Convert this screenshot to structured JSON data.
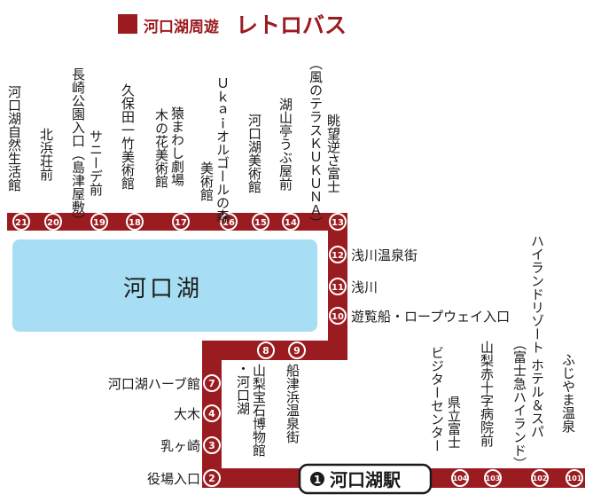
{
  "header": {
    "prefix": "河口湖周遊",
    "name": "レトロバス",
    "accent_color": "#9b1c20"
  },
  "lake": {
    "label": "河口湖",
    "color": "#a8def3"
  },
  "route_color": "#9b1c20",
  "terminal": {
    "number": "1",
    "label": "河口湖駅"
  },
  "stations": [
    {
      "id": "s21",
      "num": "21",
      "name": [
        "河口湖自然生活館"
      ]
    },
    {
      "id": "s20",
      "num": "20",
      "name": [
        "北浜荘前"
      ]
    },
    {
      "id": "s19",
      "num": "19",
      "name": [
        "長崎公園入口（島津屋敷）",
        "サニーデ前"
      ]
    },
    {
      "id": "s18",
      "num": "18",
      "name": [
        "久保田一竹美術館"
      ]
    },
    {
      "id": "s17",
      "num": "17",
      "name": [
        "猿まわし劇場",
        "木の花美術館"
      ]
    },
    {
      "id": "s16",
      "num": "16",
      "name": [
        "Ｕｋａｉオルゴールの森",
        "美術館"
      ]
    },
    {
      "id": "s15",
      "num": "15",
      "name": [
        "河口湖美術館"
      ]
    },
    {
      "id": "s14",
      "num": "14",
      "name": [
        "湖山亭うぶ屋前"
      ]
    },
    {
      "id": "s13",
      "num": "13",
      "name": [
        "（風のテラスＫＵＫＵＮＡ）",
        "眺望逆さ富士"
      ]
    },
    {
      "id": "s12",
      "num": "12",
      "name": [
        "浅川温泉街"
      ]
    },
    {
      "id": "s11",
      "num": "11",
      "name": [
        "浅川"
      ]
    },
    {
      "id": "s10",
      "num": "10",
      "name": [
        "遊覧船・ロープウェイ入口"
      ]
    },
    {
      "id": "s9",
      "num": "9",
      "name": [
        "船津浜温泉街"
      ]
    },
    {
      "id": "s8",
      "num": "8",
      "name": [
        "山梨宝石博物館",
        "・河口湖"
      ]
    },
    {
      "id": "s7",
      "num": "7",
      "name": [
        "河口湖ハーブ館"
      ]
    },
    {
      "id": "s4",
      "num": "4",
      "name": [
        "大木"
      ]
    },
    {
      "id": "s3",
      "num": "3",
      "name": [
        "乳ヶ崎"
      ]
    },
    {
      "id": "s2",
      "num": "2",
      "name": [
        "役場入口"
      ]
    },
    {
      "id": "s104",
      "num": "104",
      "name": [
        "ビジターセンター",
        "県立富士"
      ]
    },
    {
      "id": "s103",
      "num": "103",
      "name": [
        "山梨赤十字病院前"
      ]
    },
    {
      "id": "s102",
      "num": "102",
      "name": [
        "（富士急ハイランド）",
        "ハイランドリゾート ホテル＆スパ"
      ]
    },
    {
      "id": "s101",
      "num": "101",
      "name": [
        "ふじやま温泉"
      ]
    }
  ]
}
